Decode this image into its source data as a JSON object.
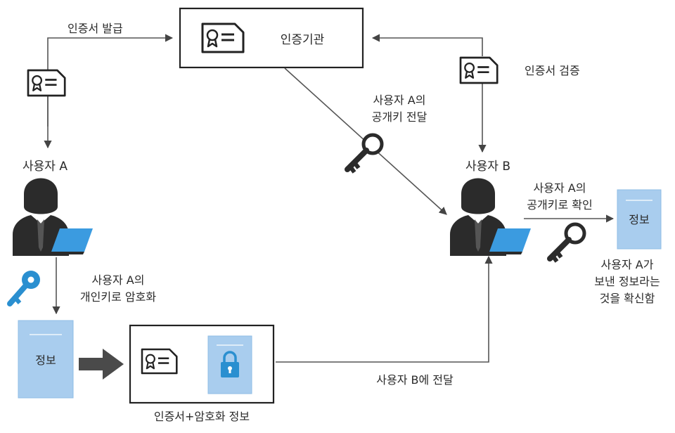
{
  "labels": {
    "issue_cert": "인증서 발급",
    "ca": "인증기관",
    "verify_cert": "인증서 검증",
    "pubkey_transfer_line1": "사용자 A의",
    "pubkey_transfer_line2": "공개키 전달",
    "user_a": "사용자 A",
    "user_b": "사용자 B",
    "confirm_line1": "사용자 A의",
    "confirm_line2": "공개키로 확인",
    "info_right": "정보",
    "result_line1": "사용자 A가",
    "result_line2": "보낸 정보라는",
    "result_line3": "것을 확신함",
    "encrypt_line1": "사용자 A의",
    "encrypt_line2": "개인키로 암호화",
    "info_left": "정보",
    "bundle_caption": "인증서+암호화 정보",
    "deliver_to_b": "사용자 B에 전달"
  },
  "colors": {
    "doc_blue": "#a9cdee",
    "doc_blue_dark": "#7fb0dd",
    "key_blue": "#2a8fd0",
    "laptop_blue": "#3b9be0",
    "person": "#2b2b2b",
    "line": "#555555"
  },
  "icons": [
    "certificate-icon",
    "key-icon",
    "user-icon",
    "laptop-icon",
    "lock-icon",
    "document-icon",
    "arrow-right-icon"
  ]
}
